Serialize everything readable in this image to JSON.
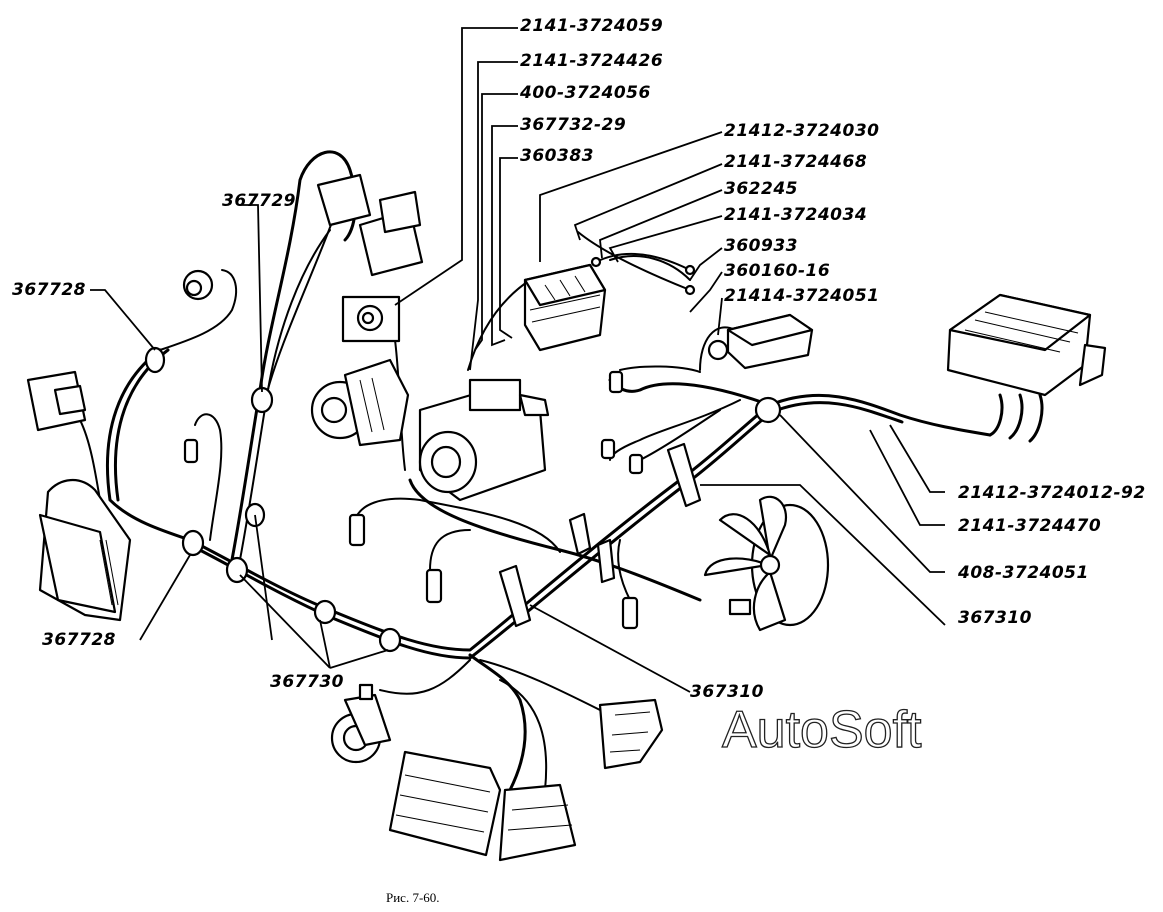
{
  "labels": {
    "p2141_3724059": "2141-3724059",
    "p2141_3724426": "2141-3724426",
    "p400_3724056": "400-3724056",
    "p367732_29": "367732-29",
    "p360383": "360383",
    "p21412_3724030": "21412-3724030",
    "p2141_3724468": "2141-3724468",
    "p362245": "362245",
    "p2141_3724034": "2141-3724034",
    "p360933": "360933",
    "p360160_16": "360160-16",
    "p21414_3724051": "21414-3724051",
    "p367729": "367729",
    "p367728_top": "367728",
    "p367728_bottom": "367728",
    "p367730": "367730",
    "p367310_middle": "367310",
    "p367310_right": "367310",
    "p21412_3724012_92": "21412-3724012-92",
    "p2141_3724470": "2141-3724470",
    "p408_3724051": "408-3724051"
  },
  "caption": "Рис. 7-60.",
  "watermark": "AutoSoft"
}
